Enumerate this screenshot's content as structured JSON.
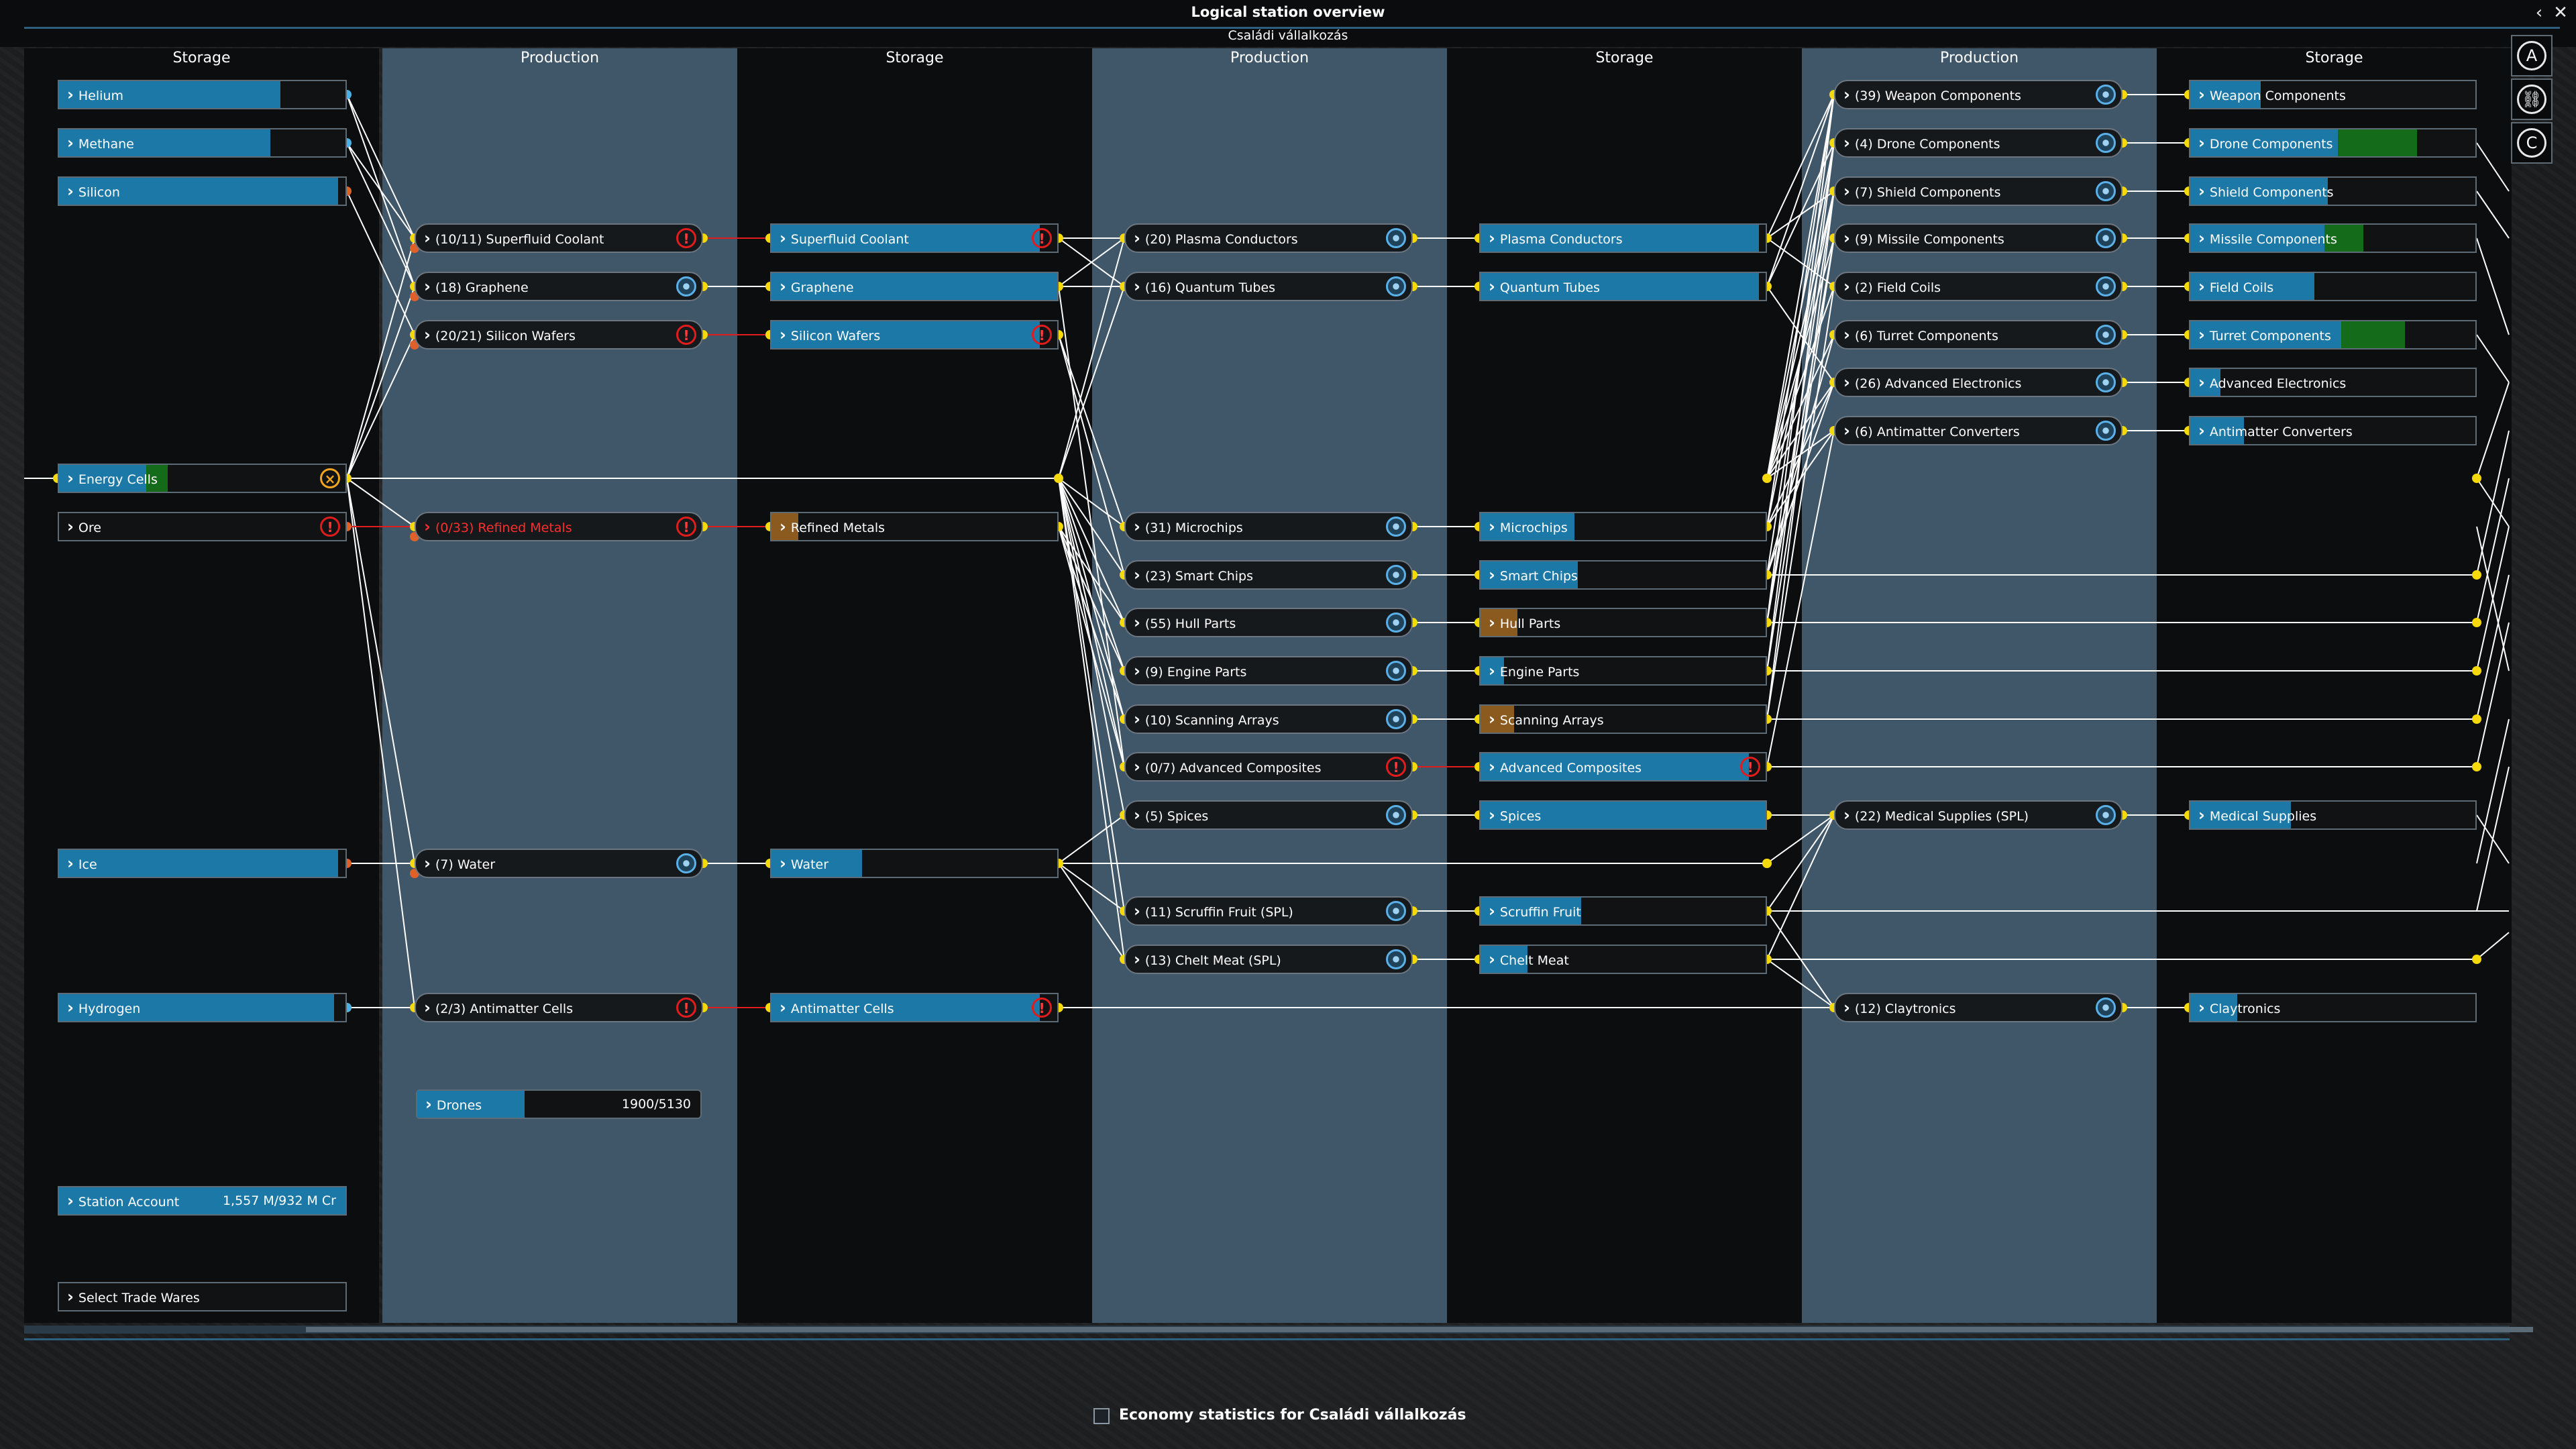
{
  "window": {
    "title": "Logical station overview",
    "subtitle": "Családi vállalkozás",
    "back_glyph": "‹",
    "close_glyph": "✕"
  },
  "columns": [
    "Storage",
    "Production",
    "Storage",
    "Production",
    "Storage",
    "Production",
    "Storage"
  ],
  "side_buttons": [
    {
      "name": "autopilot",
      "glyph": "A"
    },
    {
      "name": "network",
      "glyph": "⛓"
    },
    {
      "name": "credits",
      "glyph": "C"
    }
  ],
  "resources": {
    "helium": "Helium",
    "methane": "Methane",
    "silicon": "Silicon",
    "energy_cells": "Energy Cells",
    "ore": "Ore",
    "ice": "Ice",
    "hydrogen": "Hydrogen"
  },
  "prod1": {
    "superfluid_coolant": "(10/11) Superfluid Coolant",
    "graphene": "(18) Graphene",
    "silicon_wafers": "(20/21) Silicon Wafers",
    "refined_metals": "(0/33) Refined Metals",
    "water": "(7) Water",
    "antimatter_cells": "(2/3) Antimatter Cells"
  },
  "drones": {
    "label": "Drones",
    "value": "1900/5130"
  },
  "station_account": {
    "label": "Station Account",
    "value": "1,557 M/932 M Cr"
  },
  "select_trade_wares": "Select Trade Wares",
  "stor2": {
    "superfluid_coolant": "Superfluid Coolant",
    "graphene": "Graphene",
    "silicon_wafers": "Silicon Wafers",
    "refined_metals": "Refined Metals",
    "water": "Water",
    "antimatter_cells": "Antimatter Cells"
  },
  "prod2": {
    "plasma_conductors": "(20) Plasma Conductors",
    "quantum_tubes": "(16) Quantum Tubes",
    "microchips": "(31) Microchips",
    "smart_chips": "(23) Smart Chips",
    "hull_parts": "(55) Hull Parts",
    "engine_parts": "(9) Engine Parts",
    "scanning_arrays": "(10) Scanning Arrays",
    "advanced_composites": "(0/7) Advanced Composites",
    "spices": "(5) Spices",
    "scruffin_fruit": "(11) Scruffin Fruit (SPL)",
    "chelt_meat": "(13) Chelt Meat (SPL)"
  },
  "stor3": {
    "plasma_conductors": "Plasma Conductors",
    "quantum_tubes": "Quantum Tubes",
    "microchips": "Microchips",
    "smart_chips": "Smart Chips",
    "hull_parts": "Hull Parts",
    "engine_parts": "Engine Parts",
    "scanning_arrays": "Scanning Arrays",
    "advanced_composites": "Advanced Composites",
    "spices": "Spices",
    "scruffin_fruit": "Scruffin Fruit",
    "chelt_meat": "Chelt Meat"
  },
  "prod3": {
    "weapon_components": "(39) Weapon Components",
    "drone_components": "(4) Drone Components",
    "shield_components": "(7) Shield Components",
    "missile_components": "(9) Missile Components",
    "field_coils": "(2) Field Coils",
    "turret_components": "(6) Turret Components",
    "advanced_electronics": "(26) Advanced Electronics",
    "antimatter_converters": "(6) Antimatter Converters",
    "medical_supplies": "(22) Medical Supplies (SPL)",
    "claytronics": "(12) Claytronics"
  },
  "stor4": {
    "weapon_components": "Weapon Components",
    "drone_components": "Drone Components",
    "shield_components": "Shield Components",
    "missile_components": "Missile Components",
    "field_coils": "Field Coils",
    "turret_components": "Turret Components",
    "advanced_electronics": "Advanced Electronics",
    "antimatter_converters": "Antimatter Converters",
    "medical_supplies": "Medical Supplies",
    "claytronics": "Claytronics"
  },
  "economy_stats_label": "Economy statistics for Családi vállalkozás",
  "colors": {
    "accent_blue": "#1b78a7",
    "production_column": "#405769",
    "link_yellow": "#f5d90a",
    "warning_red": "#e21c1c",
    "stock_green": "#146b1a"
  }
}
